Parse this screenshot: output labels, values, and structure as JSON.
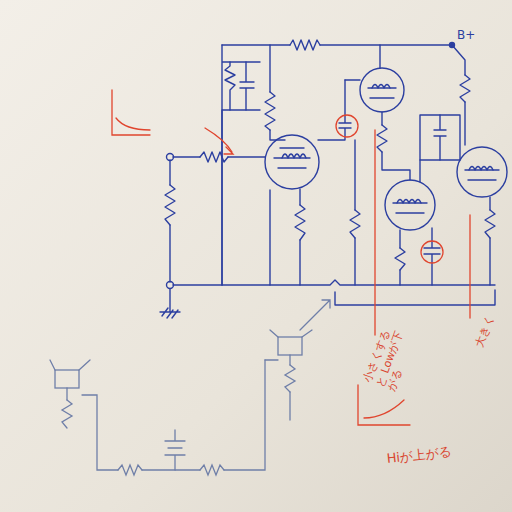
{
  "diagram": {
    "labels": [
      "B+",
      "小さくすると Lowが下がる",
      "大きく",
      "Hiが上がる"
    ]
  }
}
